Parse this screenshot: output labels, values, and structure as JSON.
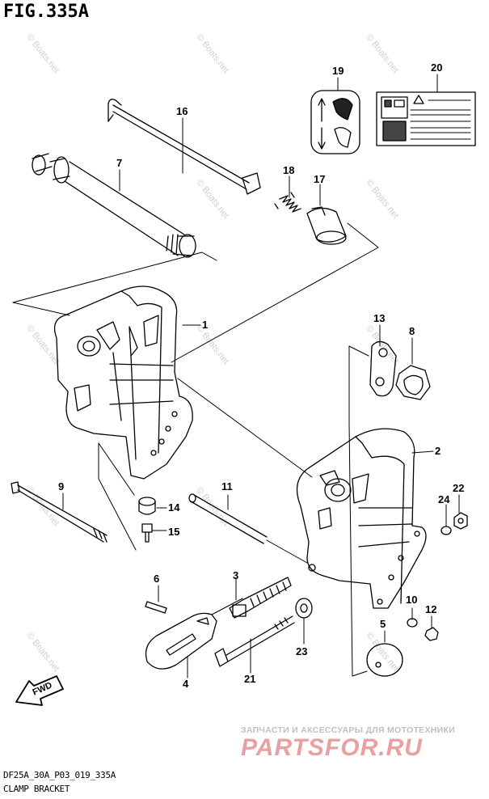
{
  "figure": {
    "title": "FIG.335A",
    "code": "DF25A_30A_P03_019_335A",
    "name": "CLAMP BRACKET"
  },
  "callouts": [
    "1",
    "2",
    "3",
    "4",
    "5",
    "6",
    "7",
    "8",
    "9",
    "10",
    "11",
    "12",
    "13",
    "14",
    "15",
    "16",
    "17",
    "18",
    "19",
    "20",
    "21",
    "22",
    "23",
    "24"
  ],
  "fwd_label": "FWD",
  "watermark": "© Boats.net",
  "shop": {
    "caption": "ЗАПЧАСТИ И АКСЕССУАРЫ ДЛЯ МОТОТЕХНИКИ",
    "brand": "PARTSFOR.RU",
    "brand_color": "#e9a0a0"
  }
}
